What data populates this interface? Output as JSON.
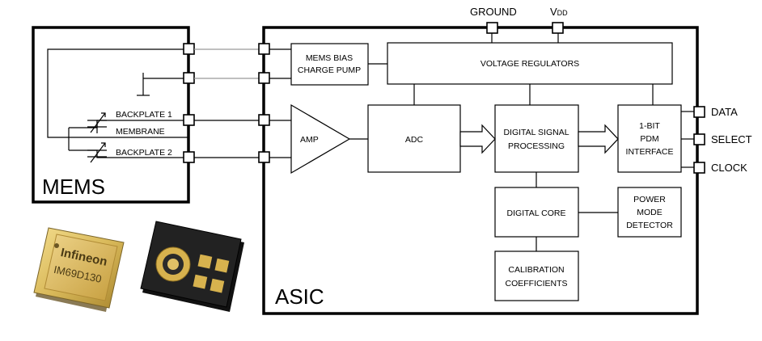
{
  "mems": {
    "title": "MEMS",
    "backplate1": "BACKPLATE 1",
    "membrane": "MEMBRANE",
    "backplate2": "BACKPLATE 2"
  },
  "asic": {
    "title": "ASIC",
    "ground": "GROUND",
    "vdd_main": "V",
    "vdd_sub": "DD",
    "blocks": {
      "mems_bias_1": "MEMS BIAS",
      "mems_bias_2": "CHARGE PUMP",
      "voltage_regulators": "VOLTAGE REGULATORS",
      "amp": "AMP",
      "adc": "ADC",
      "dsp_1": "DIGITAL SIGNAL",
      "dsp_2": "PROCESSING",
      "pdm_1": "1-BIT",
      "pdm_2": "PDM",
      "pdm_3": "INTERFACE",
      "digital_core": "DIGITAL CORE",
      "power_1": "POWER",
      "power_2": "MODE",
      "power_3": "DETECTOR",
      "cal_1": "CALIBRATION",
      "cal_2": "COEFFICIENTS"
    },
    "pins": {
      "data": "DATA",
      "select": "SELECT",
      "clock": "CLOCK"
    }
  },
  "chip": {
    "brand": "Infineon",
    "part": "IM69D130"
  },
  "colors": {
    "line": "#000000",
    "wire_gray": "#999999",
    "gold": "#d9b95a",
    "chip_dark": "#1f1f1f"
  }
}
